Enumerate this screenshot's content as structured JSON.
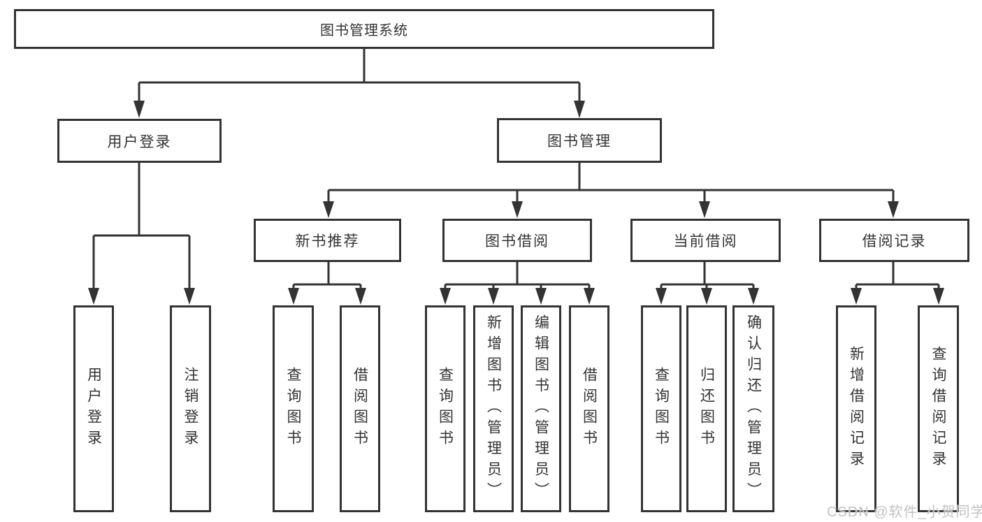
{
  "tree": {
    "label": "图书管理系统",
    "children": [
      {
        "label": "用户登录",
        "children": [
          {
            "label": "用户登录"
          },
          {
            "label": "注销登录"
          }
        ]
      },
      {
        "label": "图书管理",
        "children": [
          {
            "label": "新书推荐",
            "children": [
              {
                "label": "查询图书"
              },
              {
                "label": "借阅图书"
              }
            ]
          },
          {
            "label": "图书借阅",
            "children": [
              {
                "label": "查询图书"
              },
              {
                "label": "新增图书（管理员）"
              },
              {
                "label": "编辑图书（管理员）"
              },
              {
                "label": "借阅图书"
              }
            ]
          },
          {
            "label": "当前借阅",
            "children": [
              {
                "label": "查询图书"
              },
              {
                "label": "归还图书"
              },
              {
                "label": "确认归还（管理员）"
              }
            ]
          },
          {
            "label": "借阅记录",
            "children": [
              {
                "label": "新增借阅记录"
              },
              {
                "label": "查询借阅记录"
              }
            ]
          }
        ]
      }
    ]
  },
  "watermark": {
    "text": "CSDN @软件_小贺同学"
  },
  "colors": {
    "line": "#333333",
    "text": "#333333",
    "background": "#ffffff",
    "watermark": "#c2c2c2"
  }
}
